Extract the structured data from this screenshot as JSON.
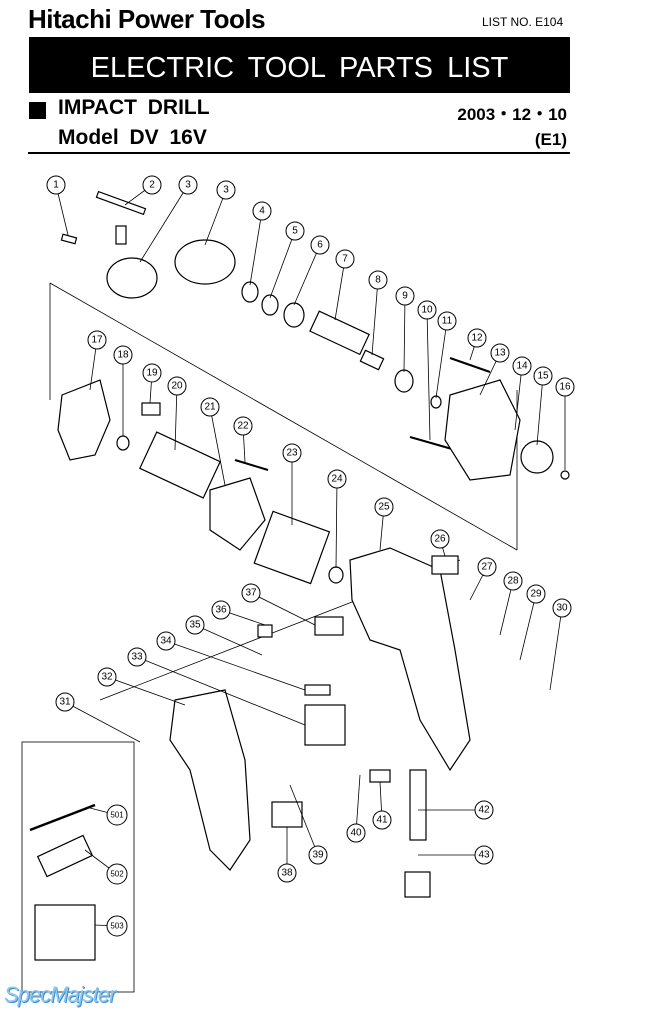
{
  "header": {
    "brand": "Hitachi Power Tools",
    "list_no": "LIST NO. E104",
    "banner": "ELECTRIC TOOL PARTS LIST",
    "product": "IMPACT DRILL",
    "date": "2003・12・10",
    "model": "Model DV 16V",
    "revision": "(E1)"
  },
  "callouts": [
    "1",
    "2",
    "3",
    "3",
    "4",
    "5",
    "6",
    "7",
    "8",
    "9",
    "10",
    "11",
    "12",
    "13",
    "14",
    "15",
    "16",
    "17",
    "18",
    "19",
    "20",
    "21",
    "22",
    "23",
    "24",
    "25",
    "26",
    "27",
    "28",
    "29",
    "30",
    "31",
    "32",
    "33",
    "34",
    "35",
    "36",
    "37",
    "38",
    "39",
    "40",
    "41",
    "42",
    "43",
    "501",
    "502",
    "503"
  ],
  "watermark": "SpecMajster"
}
